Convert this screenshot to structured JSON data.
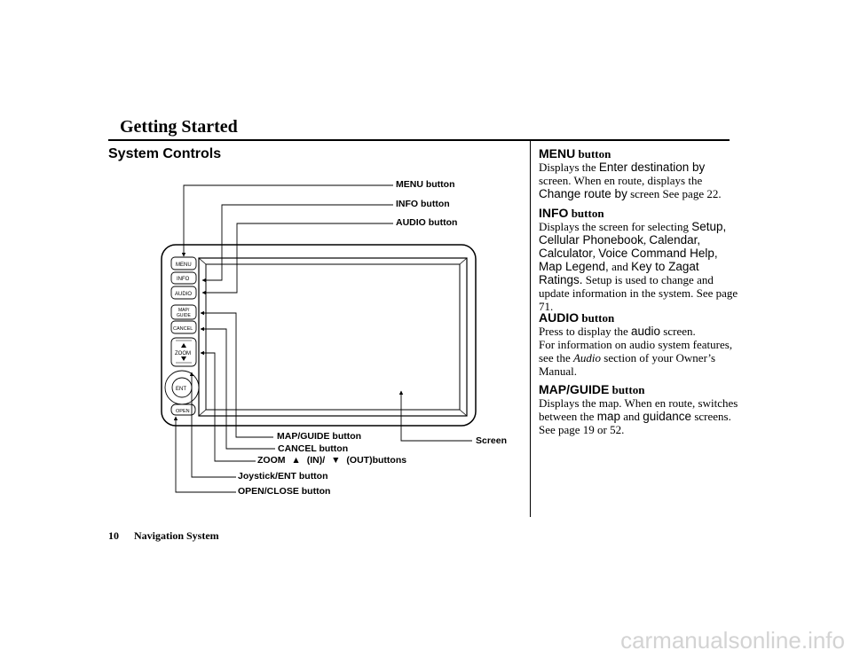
{
  "page": {
    "header_title": "Getting Started",
    "section_title": "System Controls",
    "footer_page": "10",
    "footer_label": "Navigation System",
    "watermark": "carmanualsonline.info"
  },
  "diagram": {
    "unit_buttons": {
      "menu": "MENU",
      "info": "INFO",
      "audio": "AUDIO",
      "map": "MAP/",
      "guide": "GUIDE",
      "cancel": "CANCEL",
      "zoom": "ZOOM",
      "ent": "ENT",
      "open": "OPEN"
    },
    "callouts": {
      "menu": "MENU button",
      "info": "INFO button",
      "audio": "AUDIO button",
      "map_guide": "MAP/GUIDE button",
      "cancel": "CANCEL button",
      "zoom_prefix": "ZOOM",
      "zoom_in": "(IN)/",
      "zoom_out": "(OUT)buttons",
      "joystick": "Joystick/ENT button",
      "open_close": "OPEN/CLOSE button",
      "screen": "Screen"
    }
  },
  "descriptions": {
    "menu": {
      "title": "MENU",
      "title_suffix": "button",
      "t1": "Displays the",
      "ui1": "Enter destination by",
      "t2": "screen. When en route, displays the",
      "ui2": "Change route by",
      "t3": "screen See page 22."
    },
    "info": {
      "title": "INFO",
      "title_suffix": "button",
      "t1": "Displays the screen for selecting",
      "ui1": "Setup,",
      "ui2": "Cellular Phonebook",
      "t2": ",",
      "ui3": "Calendar,",
      "ui4": "Calculator",
      "t3": ",",
      "ui5": "Voice Command Help,",
      "ui6": "Map Legend,",
      "t4": "and",
      "ui7": "Key to Zagat",
      "ui8": "Ratings.",
      "t5": "Setup is used to change and update information in the system. See page 71."
    },
    "audio": {
      "title": "AUDIO",
      "title_suffix": "button",
      "t1": "Press to display the",
      "ui1": "audio",
      "t2": "screen.",
      "t3": "For information on audio system features, see the",
      "it1": "Audio",
      "t4": "section of your Owner’s Manual."
    },
    "map_guide": {
      "title": "MAP/GUIDE",
      "title_suffix": "button",
      "t1": "Displays the map. When en route, switches between the",
      "ui1": "map",
      "t2": "and",
      "ui2": "guidance",
      "t3": "screens. See page 19 or 52."
    }
  }
}
